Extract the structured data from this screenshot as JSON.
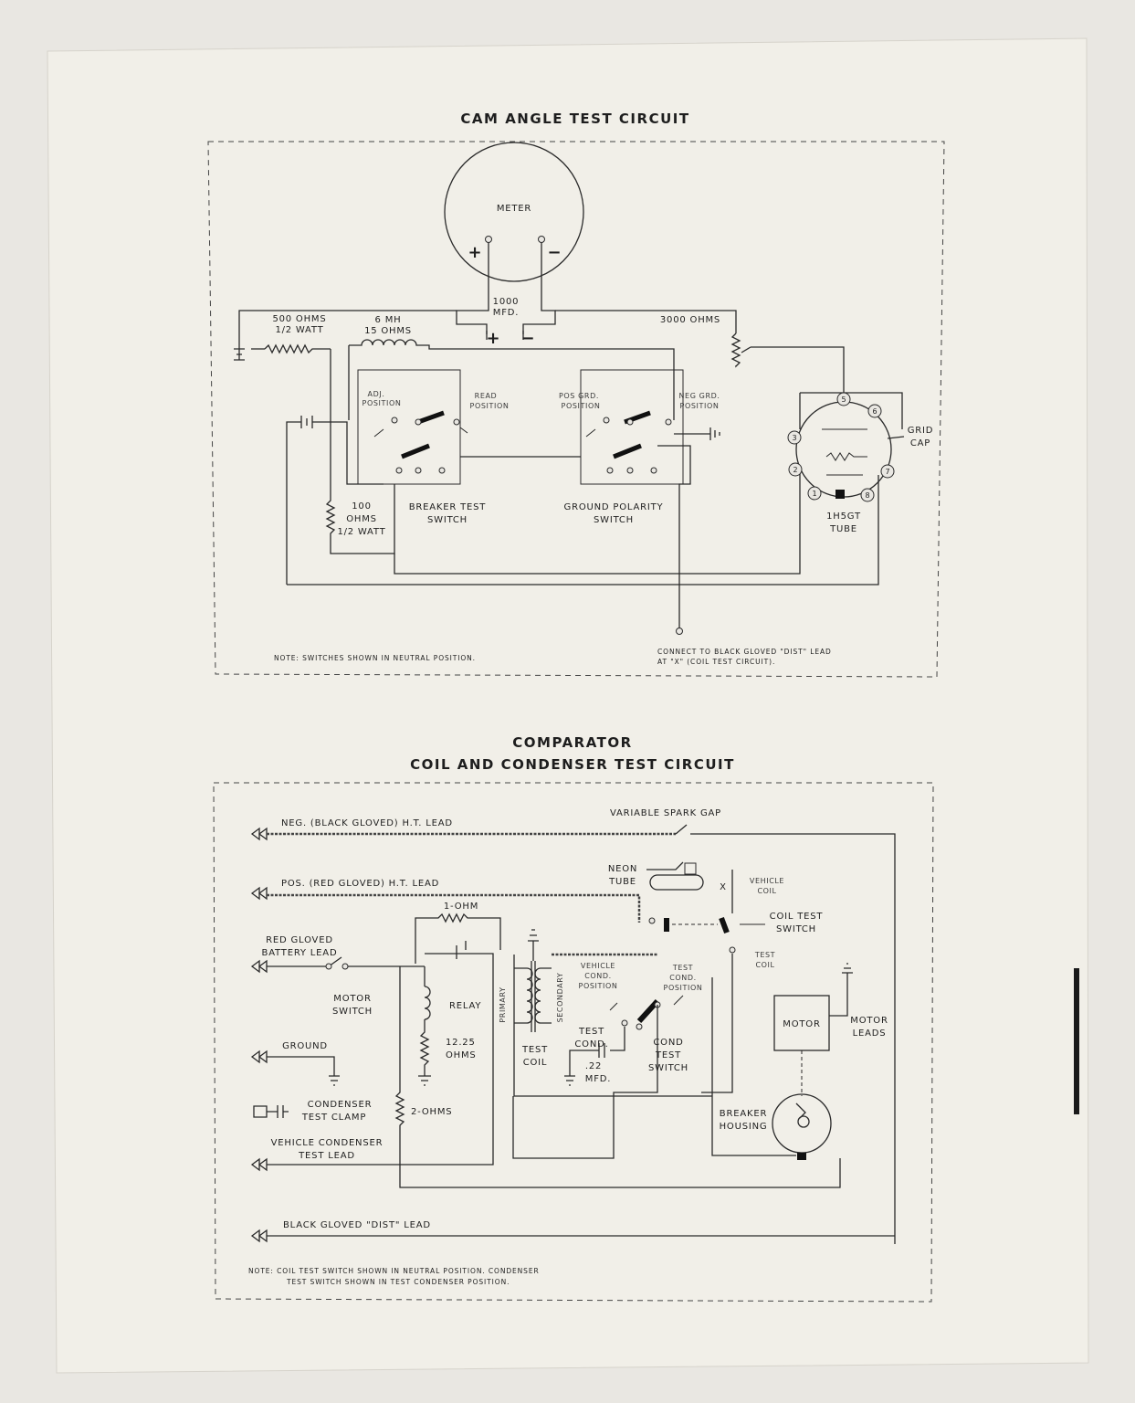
{
  "cam_angle": {
    "title": "CAM ANGLE TEST CIRCUIT",
    "meter": "METER",
    "plus": "+",
    "minus": "−",
    "cap_1000": "1000",
    "cap_mfd": "MFD.",
    "r500_a": "500 OHMS",
    "r500_b": "1/2 WATT",
    "coil_a": "6 MH",
    "coil_b": "15 OHMS",
    "r3000": "3000 OHMS",
    "adj_a": "ADJ.",
    "adj_b": "POSITION",
    "read_a": "READ",
    "read_b": "POSITION",
    "pos_a": "POS GRD.",
    "pos_b": "POSITION",
    "neg_a": "NEG GRD.",
    "neg_b": "POSITION",
    "r100_a": "100",
    "r100_b": "OHMS",
    "r100_c": "1/2 WATT",
    "bts_a": "BREAKER TEST",
    "bts_b": "SWITCH",
    "gps_a": "GROUND POLARITY",
    "gps_b": "SWITCH",
    "grid_a": "GRID",
    "grid_b": "CAP",
    "tube_a": "1H5GT",
    "tube_b": "TUBE",
    "pins": [
      "1",
      "2",
      "3",
      "5",
      "6",
      "7",
      "8"
    ],
    "note": "NOTE: SWITCHES SHOWN IN NEUTRAL POSITION.",
    "connect_a": "CONNECT TO BLACK GLOVED \"DIST\" LEAD",
    "connect_b": "AT \"X\" (COIL TEST CIRCUIT)."
  },
  "comparator": {
    "title_a": "COMPARATOR",
    "title_b": "COIL AND CONDENSER TEST CIRCUIT",
    "neg_lead": "NEG. (BLACK GLOVED) H.T. LEAD",
    "spark_gap": "VARIABLE SPARK GAP",
    "neon_a": "NEON",
    "neon_b": "TUBE",
    "pos_lead": "POS. (RED GLOVED) H.T. LEAD",
    "x_mark": "X",
    "vcoil_a": "VEHICLE",
    "vcoil_b": "COIL",
    "one_ohm": "1-OHM",
    "cts_a": "COIL TEST",
    "cts_b": "SWITCH",
    "tcoil_a": "TEST",
    "tcoil_b": "COIL",
    "red_bat_a": "RED GLOVED",
    "red_bat_b": "BATTERY LEAD",
    "vcond_a": "VEHICLE",
    "vcond_b": "COND.",
    "vcond_c": "POSITION",
    "tcond_pos_a": "TEST",
    "tcond_pos_b": "COND.",
    "tcond_pos_c": "POSITION",
    "primary": "PRIMARY",
    "secondary": "SECONDARY",
    "relay": "RELAY",
    "motor_sw_a": "MOTOR",
    "motor_sw_b": "SWITCH",
    "r1225_a": "12.25",
    "r1225_b": "OHMS",
    "test_coil_a": "TEST",
    "test_coil_b": "COIL",
    "test_cond_a": "TEST",
    "test_cond_b": "COND.",
    "cond_sw_a": "COND",
    "cond_sw_b": "TEST",
    "cond_sw_c": "SWITCH",
    "cap_22": ".22",
    "cap_mfd": "MFD.",
    "motor": "MOTOR",
    "motor_leads_a": "MOTOR",
    "motor_leads_b": "LEADS",
    "ground": "GROUND",
    "clamp_a": "CONDENSER",
    "clamp_b": "TEST CLAMP",
    "two_ohm": "2-OHMS",
    "breaker_a": "BREAKER",
    "breaker_b": "HOUSING",
    "vc_lead_a": "VEHICLE CONDENSER",
    "vc_lead_b": "TEST LEAD",
    "dist_lead": "BLACK GLOVED \"DIST\" LEAD",
    "note_a": "NOTE: COIL TEST SWITCH SHOWN IN NEUTRAL POSITION. CONDENSER",
    "note_b": "TEST SWITCH SHOWN IN TEST CONDENSER POSITION."
  }
}
